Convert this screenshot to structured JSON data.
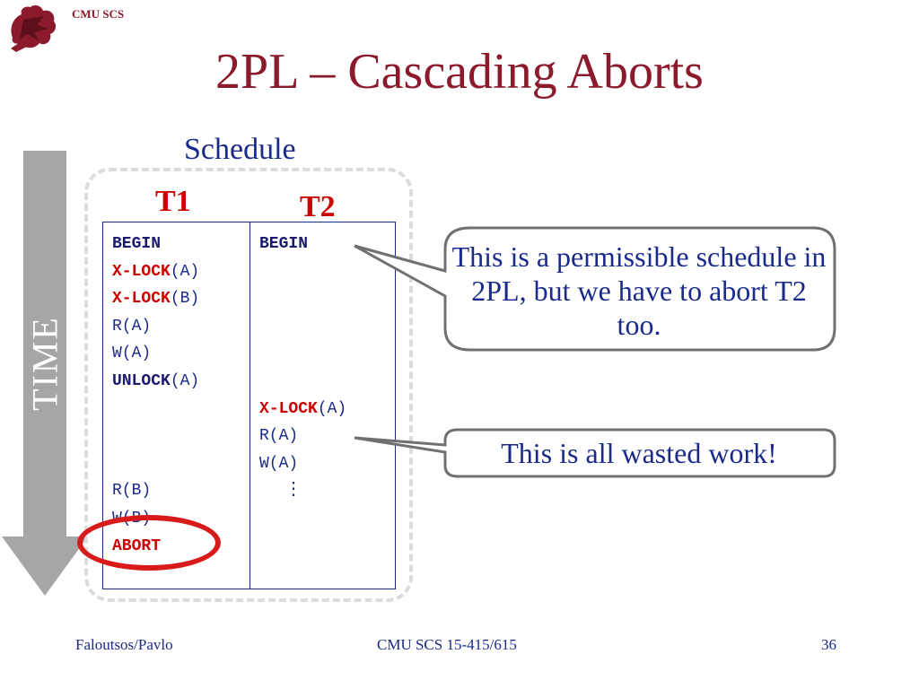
{
  "header": {
    "brand": "CMU SCS"
  },
  "title": "2PL – Cascading Aborts",
  "subtitle": "Schedule",
  "time_label": "TIME",
  "columns": [
    "T1",
    "T2"
  ],
  "schedule_rows": [
    {
      "t1": {
        "kw": "BEGIN",
        "cls": "kw",
        "arg": ""
      },
      "t2": {
        "kw": "BEGIN",
        "cls": "kw",
        "arg": ""
      }
    },
    {
      "t1": {
        "kw": "X-LOCK",
        "cls": "lk",
        "arg": "(A)"
      },
      "t2": null
    },
    {
      "t1": {
        "kw": "X-LOCK",
        "cls": "lk",
        "arg": "(B)"
      },
      "t2": null
    },
    {
      "t1": {
        "kw": "",
        "cls": "",
        "arg": "R(A)"
      },
      "t2": null
    },
    {
      "t1": {
        "kw": "",
        "cls": "",
        "arg": "W(A)"
      },
      "t2": null
    },
    {
      "t1": {
        "kw": "UNLOCK",
        "cls": "kw",
        "arg": "(A)"
      },
      "t2": null
    },
    {
      "t1": null,
      "t2": {
        "kw": "X-LOCK",
        "cls": "lk",
        "arg": "(A)"
      }
    },
    {
      "t1": null,
      "t2": {
        "kw": "",
        "cls": "",
        "arg": "R(A)"
      }
    },
    {
      "t1": null,
      "t2": {
        "kw": "",
        "cls": "",
        "arg": "W(A)"
      }
    },
    {
      "t1": {
        "kw": "",
        "cls": "",
        "arg": "R(B)"
      },
      "t2": {
        "kw": "",
        "cls": "vdots",
        "arg": "⋮"
      }
    },
    {
      "t1": {
        "kw": "",
        "cls": "",
        "arg": "W(B)"
      },
      "t2": null
    },
    {
      "t1": {
        "kw": "ABORT",
        "cls": "ab",
        "arg": ""
      },
      "t2": null
    }
  ],
  "callouts": {
    "permissible": "This is a permissible schedule in 2PL, but we have to abort T2 too.",
    "wasted": "This is all wasted work!"
  },
  "colors": {
    "title": "#8b1a2c",
    "text_blue": "#1a2a8a",
    "lock_red": "#cc0000",
    "abort_ring": "#d91a1a",
    "arrow_gray": "#a6a6a6",
    "bubble_border": "#707070"
  },
  "footer": {
    "left": "Faloutsos/Pavlo",
    "center": "CMU SCS 15-415/615",
    "right": "36"
  }
}
